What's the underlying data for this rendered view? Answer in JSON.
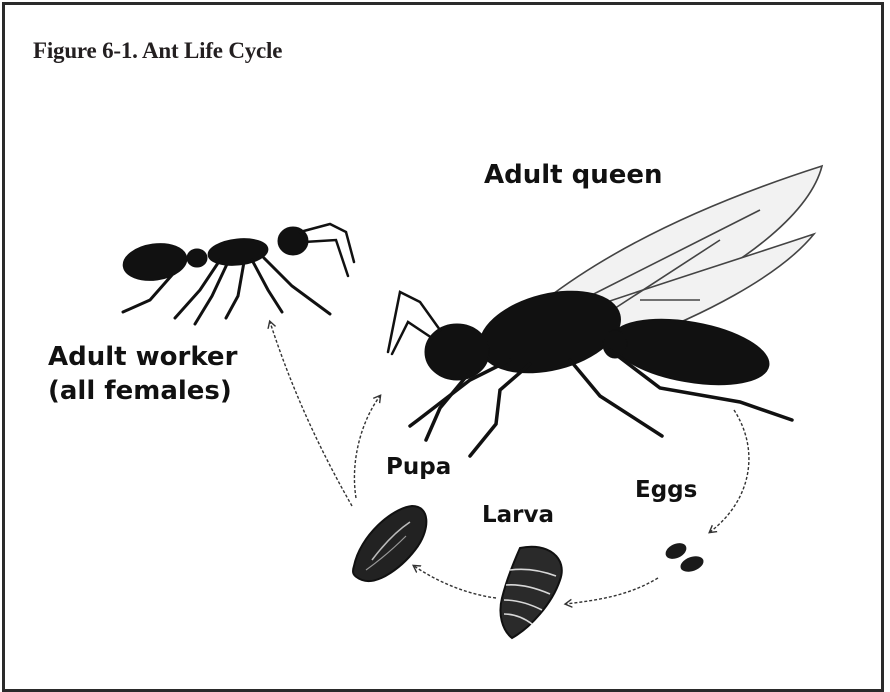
{
  "figure": {
    "title": "Figure 6-1. Ant Life Cycle"
  },
  "labels": {
    "adult_queen": "Adult queen",
    "adult_worker_line1": "Adult worker",
    "adult_worker_line2": "(all females)",
    "pupa": "Pupa",
    "larva": "Larva",
    "eggs": "Eggs"
  },
  "colors": {
    "ink": "#111111",
    "border": "#2a2a2a",
    "wing": "#f2f2f2"
  }
}
